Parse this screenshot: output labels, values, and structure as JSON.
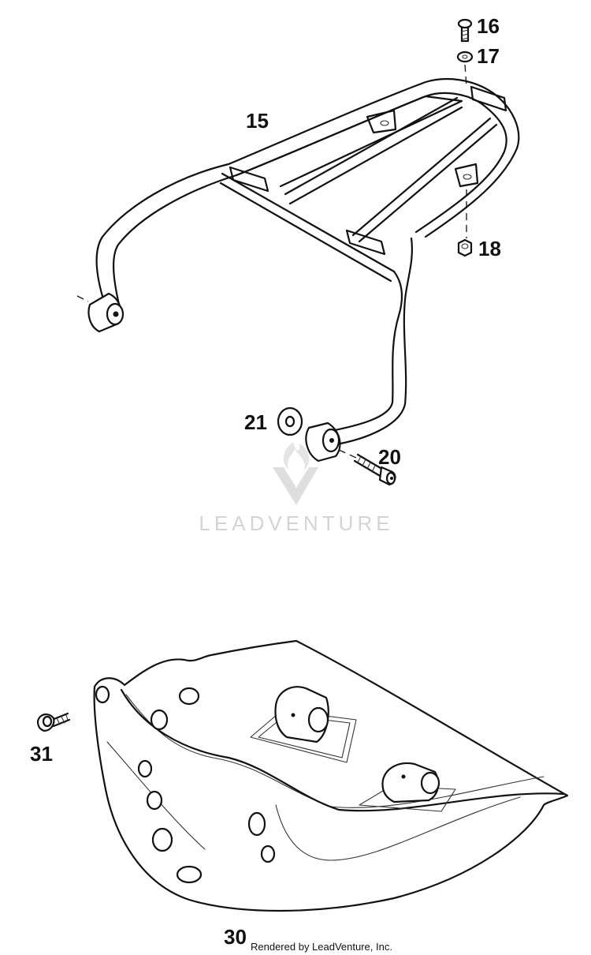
{
  "parts": {
    "p15": "15",
    "p16": "16",
    "p17": "17",
    "p18": "18",
    "p20": "20",
    "p21": "21",
    "p30": "30",
    "p31": "31"
  },
  "credit": "Rendered by LeadVenture, Inc.",
  "watermark": "LEADVENTURE"
}
